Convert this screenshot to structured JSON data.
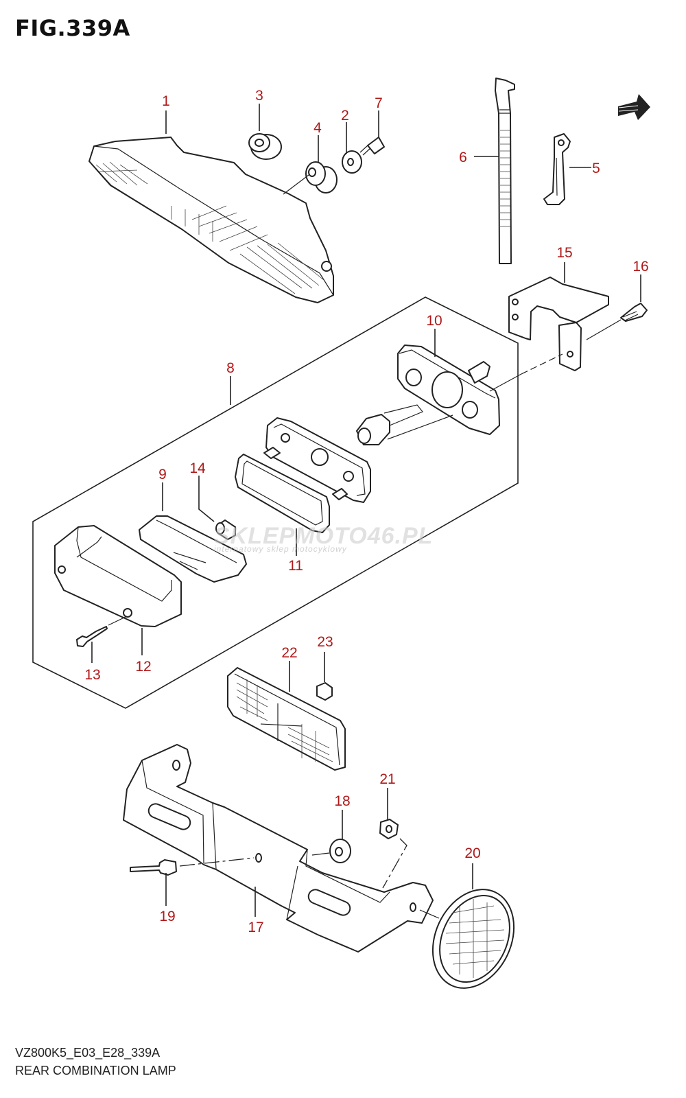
{
  "figure": {
    "title": "FIG.339A",
    "model_code": "VZ800K5_E03_E28_339A",
    "name": "REAR COMBINATION LAMP"
  },
  "watermark": {
    "brand": "SKLEPMOTO46.PL",
    "tagline": "internatowy sklep motocyklowy"
  },
  "callouts": [
    "1",
    "2",
    "3",
    "4",
    "5",
    "6",
    "7",
    "8",
    "9",
    "10",
    "11",
    "12",
    "13",
    "14",
    "15",
    "16",
    "17",
    "18",
    "19",
    "20",
    "21",
    "22",
    "23"
  ],
  "colors": {
    "callout": "#b01818",
    "line": "#222222"
  }
}
